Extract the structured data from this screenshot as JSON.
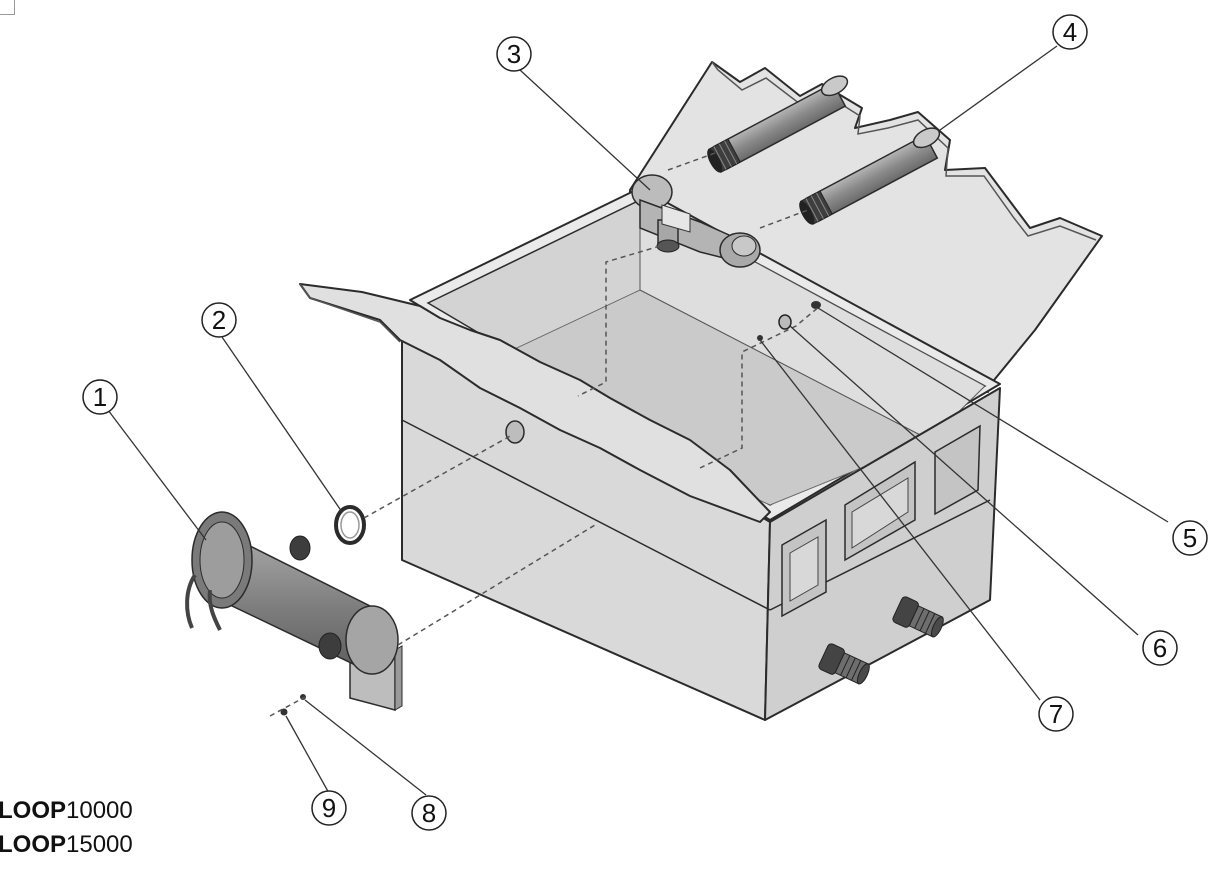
{
  "callouts": [
    {
      "label": "1"
    },
    {
      "label": "2"
    },
    {
      "label": "3"
    },
    {
      "label": "4"
    },
    {
      "label": "5"
    },
    {
      "label": "6"
    },
    {
      "label": "7"
    },
    {
      "label": "8"
    },
    {
      "label": "9"
    }
  ],
  "models": [
    {
      "brand": "LOOP",
      "number": "10000"
    },
    {
      "brand": "LOOP",
      "number": "15000"
    }
  ],
  "colors": {
    "part_fill": "#d9d9d9",
    "part_dark": "#8e8e8e",
    "outline": "#2b2b2b",
    "leader": "#333333"
  }
}
